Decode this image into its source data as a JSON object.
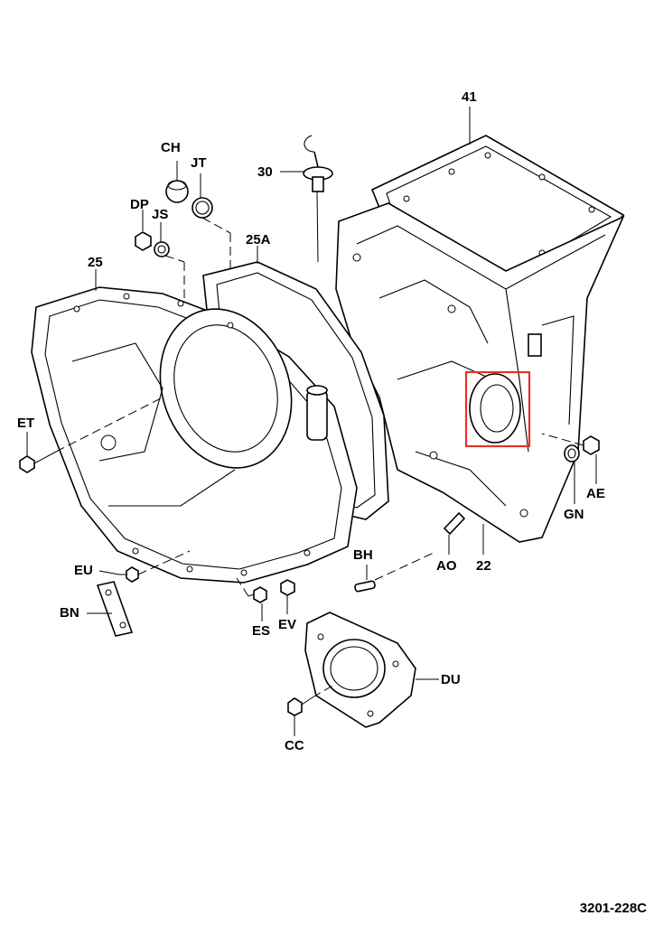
{
  "figure_code": "3201-228C",
  "highlight_color": "#e8312a",
  "labels": {
    "l41": "41",
    "l30": "30",
    "lCH": "CH",
    "lJT": "JT",
    "lDP": "DP",
    "lJS": "JS",
    "l25A": "25A",
    "l25": "25",
    "lET": "ET",
    "lAE": "AE",
    "lGN": "GN",
    "lBH": "BH",
    "lAO": "AO",
    "l22": "22",
    "lEU": "EU",
    "lBN": "BN",
    "lES": "ES",
    "lEV": "EV",
    "lDU": "DU",
    "lCC": "CC"
  }
}
